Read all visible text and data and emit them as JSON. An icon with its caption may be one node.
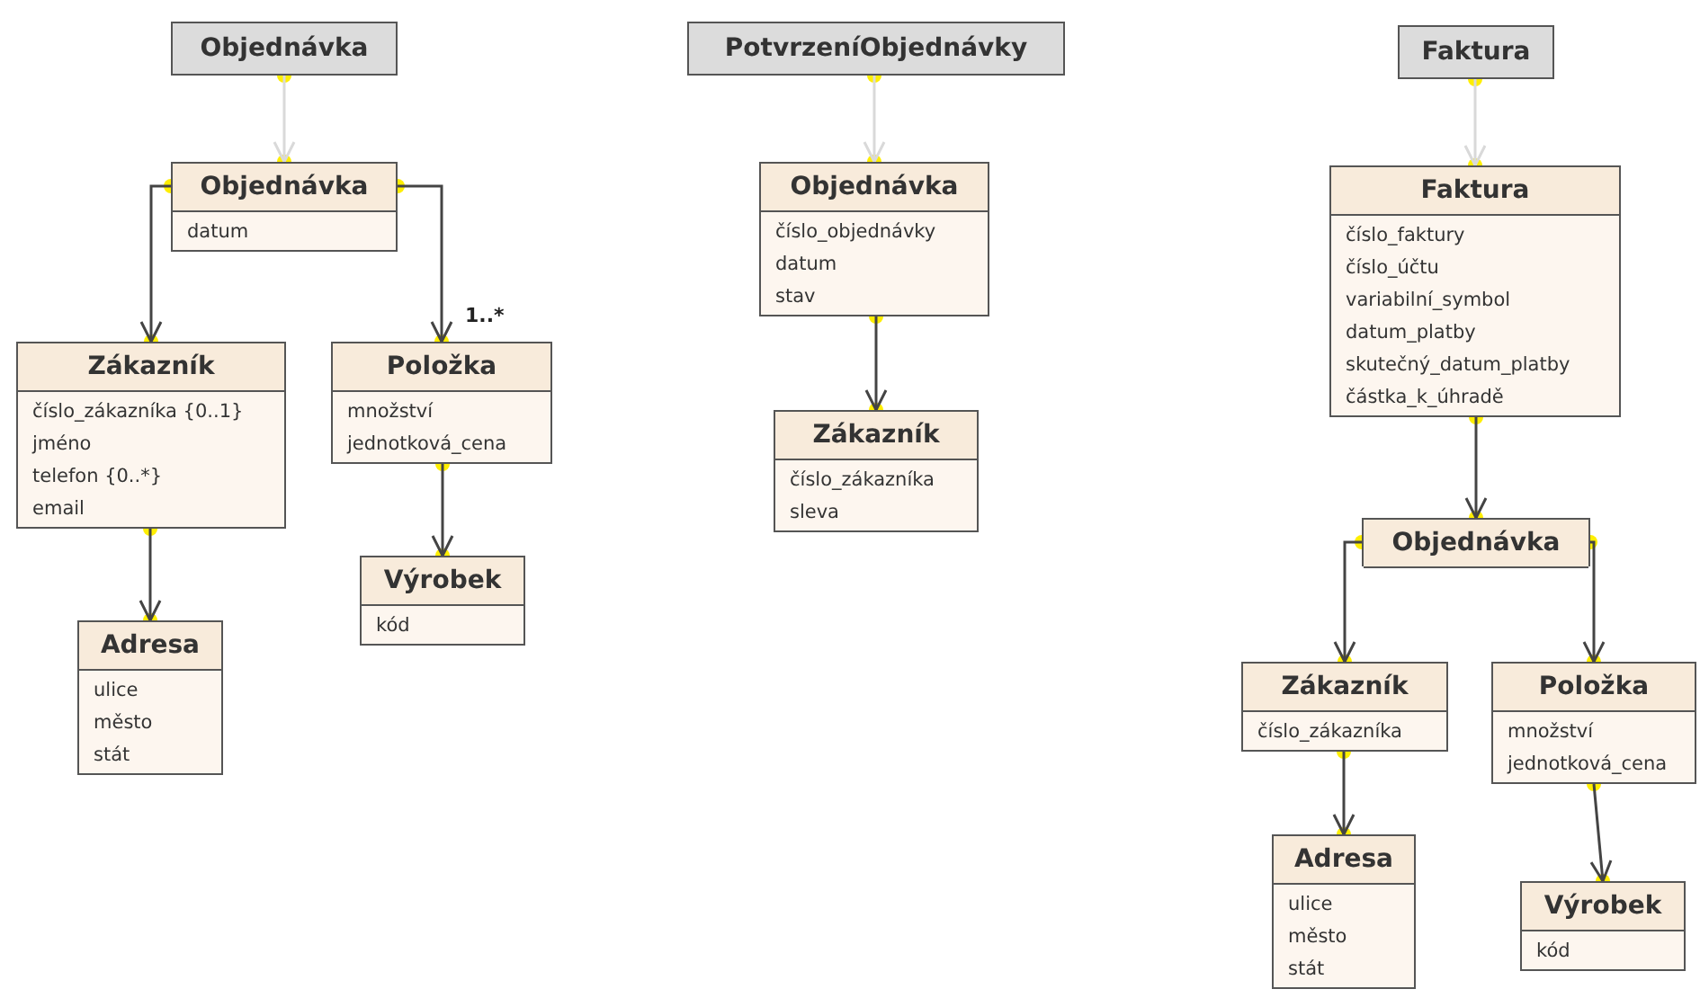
{
  "diagram": {
    "nodes": [
      {
        "text": [
          "Objednávka"
        ]
      },
      {
        "text": [
          "Objednávka",
          "datum"
        ]
      },
      {
        "text": [
          "Zákazník",
          "číslo_zákazníka {0..1}",
          "jméno",
          "telefon {0..*}",
          "email"
        ]
      },
      {
        "text": [
          "Položka",
          "množství",
          "jednotková_cena"
        ]
      },
      {
        "text": [
          "Adresa",
          "ulice",
          "město",
          "stát"
        ]
      },
      {
        "text": [
          "Výrobek",
          "kód"
        ]
      },
      {
        "text": [
          "PotvrzeníObjednávky"
        ]
      },
      {
        "text": [
          "Objednávka",
          "číslo_objednávky",
          "datum",
          "stav"
        ]
      },
      {
        "text": [
          "Zákazník",
          "číslo_zákazníka",
          "sleva"
        ]
      },
      {
        "text": [
          "Faktura"
        ]
      },
      {
        "text": [
          "Faktura",
          "číslo_faktury",
          "číslo_účtu",
          "variabilní_symbol",
          "datum_platby",
          "skutečný_datum_platby",
          "částka_k_úhradě"
        ]
      },
      {
        "text": [
          "Objednávka"
        ]
      },
      {
        "text": [
          "Zákazník",
          "číslo_zákazníka"
        ]
      },
      {
        "text": [
          "Položka",
          "množství",
          "jednotková_cena"
        ]
      },
      {
        "text": [
          "Adresa",
          "ulice",
          "město",
          "stát"
        ]
      },
      {
        "text": [
          "Výrobek",
          "kód"
        ]
      }
    ],
    "edges": [
      {
        "from": 0,
        "to": 1,
        "arrow": "to",
        "color": "#d9d9d9"
      },
      {
        "from": 1,
        "to": 2,
        "arrow": "to"
      },
      {
        "from": 1,
        "to": 3,
        "arrow": "to",
        "label": "1..*"
      },
      {
        "from": 2,
        "to": 4,
        "arrow": "to"
      },
      {
        "from": 3,
        "to": 5,
        "arrow": "to"
      },
      {
        "from": 6,
        "to": 7,
        "arrow": "to",
        "color": "#d9d9d9"
      },
      {
        "from": 7,
        "to": 8,
        "arrow": "to"
      },
      {
        "from": 9,
        "to": 10,
        "arrow": "to",
        "color": "#d9d9d9"
      },
      {
        "from": 10,
        "to": 11,
        "arrow": "to"
      },
      {
        "from": 11,
        "to": 12,
        "arrow": "to"
      },
      {
        "from": 11,
        "to": 13,
        "arrow": "to"
      },
      {
        "from": 12,
        "to": 14,
        "arrow": "to"
      },
      {
        "from": 13,
        "to": 15,
        "arrow": "to"
      }
    ]
  }
}
